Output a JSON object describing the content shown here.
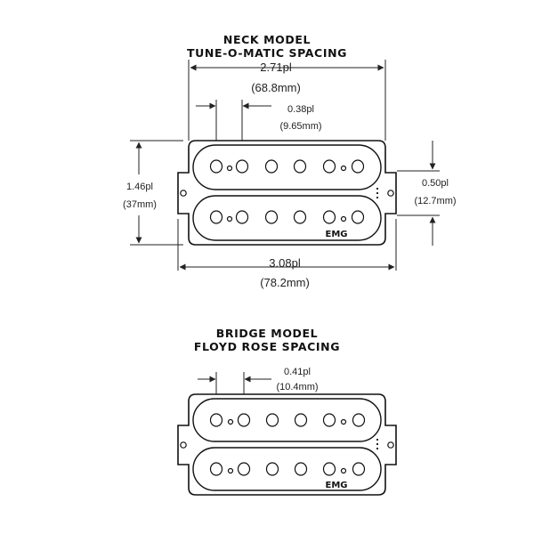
{
  "neck": {
    "title_line1": "NECK MODEL",
    "title_line2": "TUNE-O-MATIC SPACING",
    "width_in": "2.71pl",
    "width_mm": "(68.8mm)",
    "pole_spacing_in": "0.38pl",
    "pole_spacing_mm": "(9.65mm)",
    "height_in": "1.46pl",
    "height_mm": "(37mm)",
    "ear_in": "0.50pl",
    "ear_mm": "(12.7mm)",
    "total_in": "3.08pl",
    "total_mm": "(78.2mm)",
    "logo": "EMG"
  },
  "bridge": {
    "title_line1": "BRIDGE MODEL",
    "title_line2": "FLOYD ROSE SPACING",
    "pole_spacing_in": "0.41pl",
    "pole_spacing_mm": "(10.4mm)",
    "logo": "EMG"
  }
}
